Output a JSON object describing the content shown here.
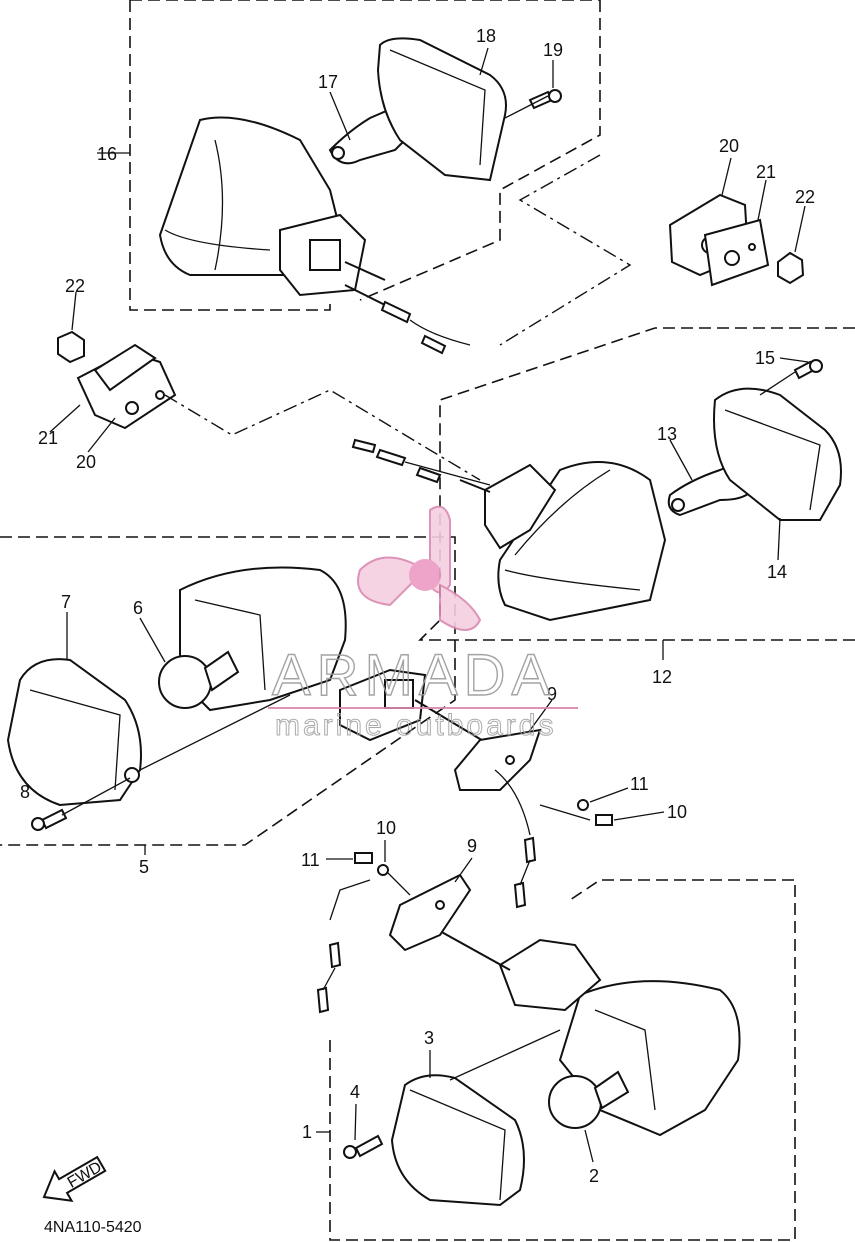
{
  "diagram": {
    "code": "4NA110-5420",
    "watermark": {
      "brand": "ARMADA",
      "tagline": "marine outboards"
    },
    "fwd_label": "FWD",
    "callouts": [
      "1",
      "2",
      "3",
      "4",
      "5",
      "6",
      "7",
      "8",
      "9",
      "10",
      "11",
      "12",
      "13",
      "14",
      "15",
      "16",
      "17",
      "18",
      "19",
      "20",
      "21",
      "22",
      "9",
      "10",
      "11",
      "20",
      "21",
      "22"
    ]
  }
}
